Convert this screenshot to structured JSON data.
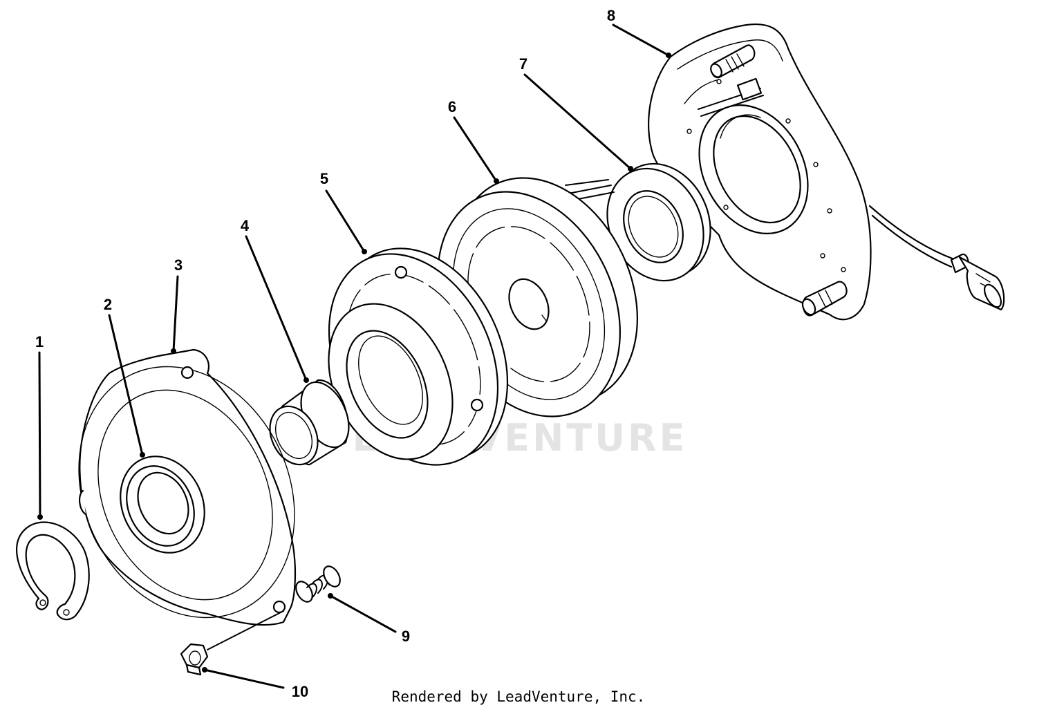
{
  "watermark": {
    "text": "LEADVENTURE"
  },
  "footer": {
    "text": "Rendered by LeadVenture, Inc."
  },
  "callouts": [
    {
      "id": "1",
      "label": "1"
    },
    {
      "id": "2",
      "label": "2"
    },
    {
      "id": "3",
      "label": "3"
    },
    {
      "id": "4",
      "label": "4"
    },
    {
      "id": "5",
      "label": "5"
    },
    {
      "id": "6",
      "label": "6"
    },
    {
      "id": "7",
      "label": "7"
    },
    {
      "id": "8",
      "label": "8"
    },
    {
      "id": "9",
      "label": "9"
    },
    {
      "id": "10",
      "label": "10"
    }
  ],
  "colors": {
    "line": "#000000",
    "background": "#ffffff",
    "watermark": "#e4e4e4"
  }
}
